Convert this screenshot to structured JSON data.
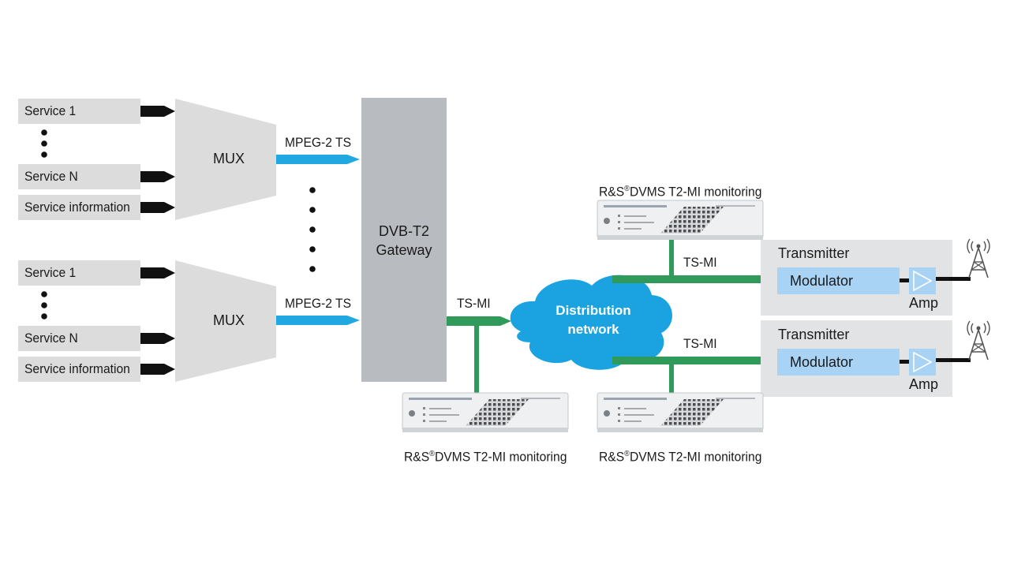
{
  "groups": [
    {
      "services": [
        "Service 1",
        "Service N",
        "Service information"
      ],
      "mux_label": "MUX",
      "output_label": "MPEG-2 TS"
    },
    {
      "services": [
        "Service 1",
        "Service N",
        "Service information"
      ],
      "mux_label": "MUX",
      "output_label": "MPEG-2 TS"
    }
  ],
  "gateway": {
    "line1": "DVB-T2",
    "line2": "Gateway"
  },
  "gateway_output_label": "TS-MI",
  "cloud": {
    "line1": "Distribution",
    "line2": "network"
  },
  "monitor_label": {
    "prefix": "R&S",
    "sup": "®",
    "suffix": "DVMS T2-MI monitoring"
  },
  "link_label": "TS-MI",
  "transmitters": [
    {
      "title": "Transmitter",
      "modulator": "Modulator",
      "amp": "Amp"
    },
    {
      "title": "Transmitter",
      "modulator": "Modulator",
      "amp": "Amp"
    }
  ],
  "colors": {
    "input_arrow": "#111111",
    "mpeg_arrow": "#21a8e0",
    "tsmi_line": "#2f9a5a",
    "cloud": "#1aa3e0",
    "box_gray": "#dcdcdc",
    "gateway_gray": "#b8bcc0",
    "modulator_blue": "#a9d3f5"
  },
  "icons": [
    "antenna-tower-icon",
    "amplifier-triangle-icon",
    "monitoring-device-icon"
  ]
}
